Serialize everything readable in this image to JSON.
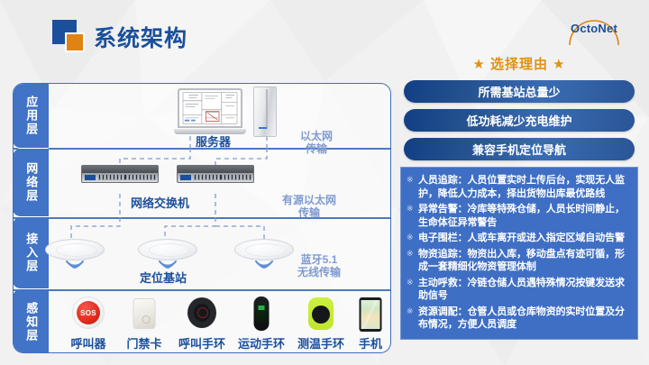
{
  "header": {
    "title": "系统架构",
    "brand": "OctoNet",
    "logo_icon": "square-logo-icon",
    "brand_arc_icon": "arc-ring-icon"
  },
  "architecture": {
    "layers": [
      {
        "id": "application",
        "label": "应用层"
      },
      {
        "id": "network",
        "label": "网络层"
      },
      {
        "id": "access",
        "label": "接入层"
      },
      {
        "id": "perception",
        "label": "感知层"
      }
    ],
    "application": {
      "device_label": "服务器",
      "link_label": "以太网\n传输",
      "link_label_line1": "以太网",
      "link_label_line2": "传输",
      "icons": [
        "laptop-icon",
        "server-tower-icon"
      ]
    },
    "network": {
      "device_label": "网络交换机",
      "link_label_line1": "有源以太网",
      "link_label_line2": "传输",
      "icons": [
        "network-switch-icon",
        "network-switch-icon"
      ]
    },
    "access": {
      "device_label": "定位基站",
      "link_label_line1": "蓝牙5.1",
      "link_label_line2": "无线传输",
      "icons": [
        "base-station-icon",
        "base-station-icon",
        "base-station-icon"
      ]
    },
    "perception": {
      "devices": [
        {
          "label": "呼叫器",
          "icon": "sos-button-icon",
          "badge": "SOS"
        },
        {
          "label": "门禁卡",
          "icon": "access-card-icon"
        },
        {
          "label": "呼叫手环",
          "icon": "call-wristband-icon"
        },
        {
          "label": "运动手环",
          "icon": "sport-wristband-icon"
        },
        {
          "label": "测温手环",
          "icon": "temperature-wristband-icon"
        },
        {
          "label": "手机",
          "icon": "mobile-phone-icon"
        }
      ]
    }
  },
  "reasons": {
    "title": "★ 选择理由 ★",
    "pills": [
      "所需基站总量少",
      "低功耗减少充电维护",
      "兼容手机定位导航"
    ]
  },
  "features": {
    "marker": "※",
    "items": [
      "人员追踪：人员位置实时上传后台，实现无人监护，降低人力成本，择出货物出库最优路线",
      "异常告警：冷库等特殊仓储，人员长时间静止，生命体征异常警告",
      "电子围栏：人或车离开或进入指定区域自动告警",
      "物资追踪：物资出入库，移动盘点有迹可循，形成一套精细化物资管理体制",
      "主动呼救：冷链仓储人员遇特殊情况按键发送求助信号",
      "资源调配：仓管人员或仓库物资的实时位置及分布情况，方便人员调度"
    ]
  },
  "colors": {
    "brand_blue": "#1b4f9c",
    "accent_orange": "#e08214",
    "panel_blue": "#3f6fc4",
    "layer_tab_blue": "#4173c6",
    "link_label_blue": "#7f9bd0",
    "reason_title_orange": "#e2910f"
  }
}
